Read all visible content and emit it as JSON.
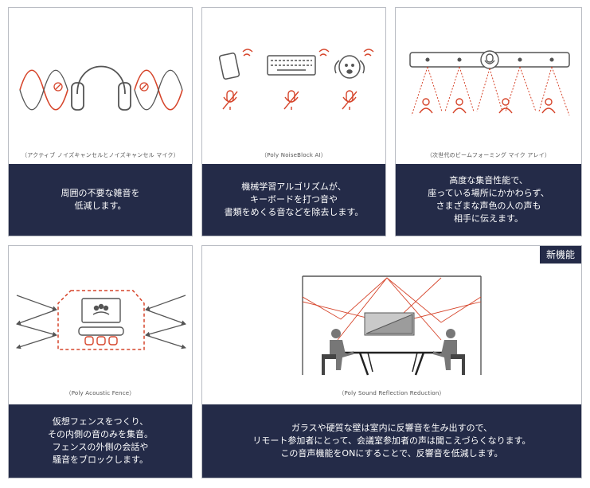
{
  "cards": [
    {
      "caption": "（アクティブ ノイズキャンセルとノイズキャンセル マイク）",
      "text": "周囲の不要な雑音を\n低減します。"
    },
    {
      "caption": "（Poly NoiseBlock AI）",
      "text": "機械学習アルゴリズムが、\nキーボードを打つ音や\n書類をめくる音などを除去します。"
    },
    {
      "caption": "（次世代のビームフォーミング マイク アレイ）",
      "text": "高度な集音性能で、\n座っている場所にかかわらず、\nさまざまな声色の人の声も\n相手に伝えます。"
    },
    {
      "caption": "（Poly Acoustic Fence）",
      "text": "仮想フェンスをつくり、\nその内側の音のみを集音。\nフェンスの外側の会話や\n騒音をブロックします。"
    },
    {
      "caption": "（Poly Sound Reflection Reduction）",
      "text": "ガラスや硬質な壁は室内に反響音を生み出すので、\nリモート参加者にとって、会議室参加者の声は聞こえづらくなります。\nこの音声機能をONにすることで、反響音を低減します。",
      "badge": "新機能"
    }
  ],
  "colors": {
    "panel": "#242b48",
    "accent": "#d6452b",
    "line": "#555555"
  },
  "icons": [
    "headphones-icon",
    "phone-icon",
    "keyboard-icon",
    "dog-icon",
    "muted-mic-icon",
    "soundbar-icon",
    "speaker-person-icon",
    "meeting-room-icon",
    "conference-table-icon"
  ]
}
